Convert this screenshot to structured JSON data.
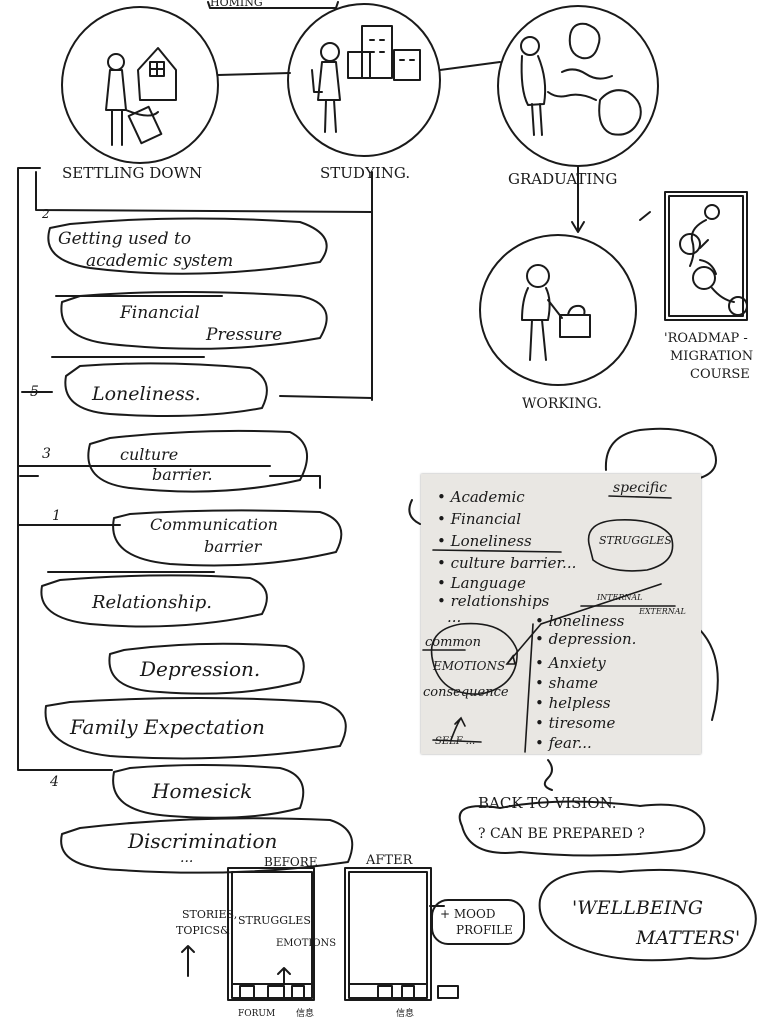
{
  "top_cut_text": "HOMING",
  "stages": [
    {
      "label": "SETTLING DOWN",
      "icon": "person-with-house-icon"
    },
    {
      "label": "STUDYING.",
      "icon": "student-with-buildings-icon"
    },
    {
      "label": "GRADUATING",
      "icon": "person-with-roadmap-icon"
    },
    {
      "label": "WORKING.",
      "icon": "person-with-briefcase-icon"
    }
  ],
  "roadmap": {
    "label_line1": "'ROADMAP -",
    "label_line2": "MIGRATION",
    "label_line3": "COURSE"
  },
  "struggles": [
    {
      "number": "2",
      "text_line1": "Getting used to",
      "text_line2": "academic system"
    },
    {
      "number": "",
      "text_line1": "Financial",
      "text_line2": "Pressure"
    },
    {
      "number": "5",
      "text_line1": "Loneliness.",
      "text_line2": ""
    },
    {
      "number": "3",
      "text_line1": "culture",
      "text_line2": "barrier."
    },
    {
      "number": "1",
      "text_line1": "Communication",
      "text_line2": "barrier"
    },
    {
      "number": "",
      "text_line1": "Relationship.",
      "text_line2": ""
    },
    {
      "number": "",
      "text_line1": "Depression.",
      "text_line2": ""
    },
    {
      "number": "",
      "text_line1": "Family Expectation",
      "text_line2": ""
    },
    {
      "number": "4",
      "text_line1": "Homesick",
      "text_line2": ""
    },
    {
      "number": "",
      "text_line1": "Discrimination",
      "text_line2": "..."
    }
  ],
  "sticky_note": {
    "list": [
      "• Academic",
      "• Financial",
      "• Loneliness",
      "• culture barrier...",
      "• Language",
      "• relationships",
      "..."
    ],
    "specific": "specific",
    "struggles": "STRUGGLES",
    "internal": "INTERNAL",
    "external": "EXTERNAL",
    "common": "common",
    "emotions": "EMOTIONS",
    "consequence": "consequence",
    "self": "SELF-...",
    "emotions_list": [
      "• loneliness",
      "• depression.",
      "• Anxiety",
      "• shame",
      "• helpless",
      "• tiresome",
      "• fear..."
    ]
  },
  "back_to_vision": "BACK TO VISION.",
  "prepared": "? CAN BE PREPARED ?",
  "wellbeing_line1": "'WELLBEING",
  "wellbeing_line2": "MATTERS'",
  "before_label": "BEFORE",
  "after_label": "AFTER",
  "before_notes": {
    "stories": "STORIES,",
    "topics": "TOPICS&",
    "struggles": "STRUGGLES",
    "emotions": "EMOTIONS"
  },
  "mood_profile_line1": "+ MOOD",
  "mood_profile_line2": "PROFILE",
  "forum_label": "FORUM",
  "chinese_label_1": "信息",
  "chinese_label_2": "信息"
}
